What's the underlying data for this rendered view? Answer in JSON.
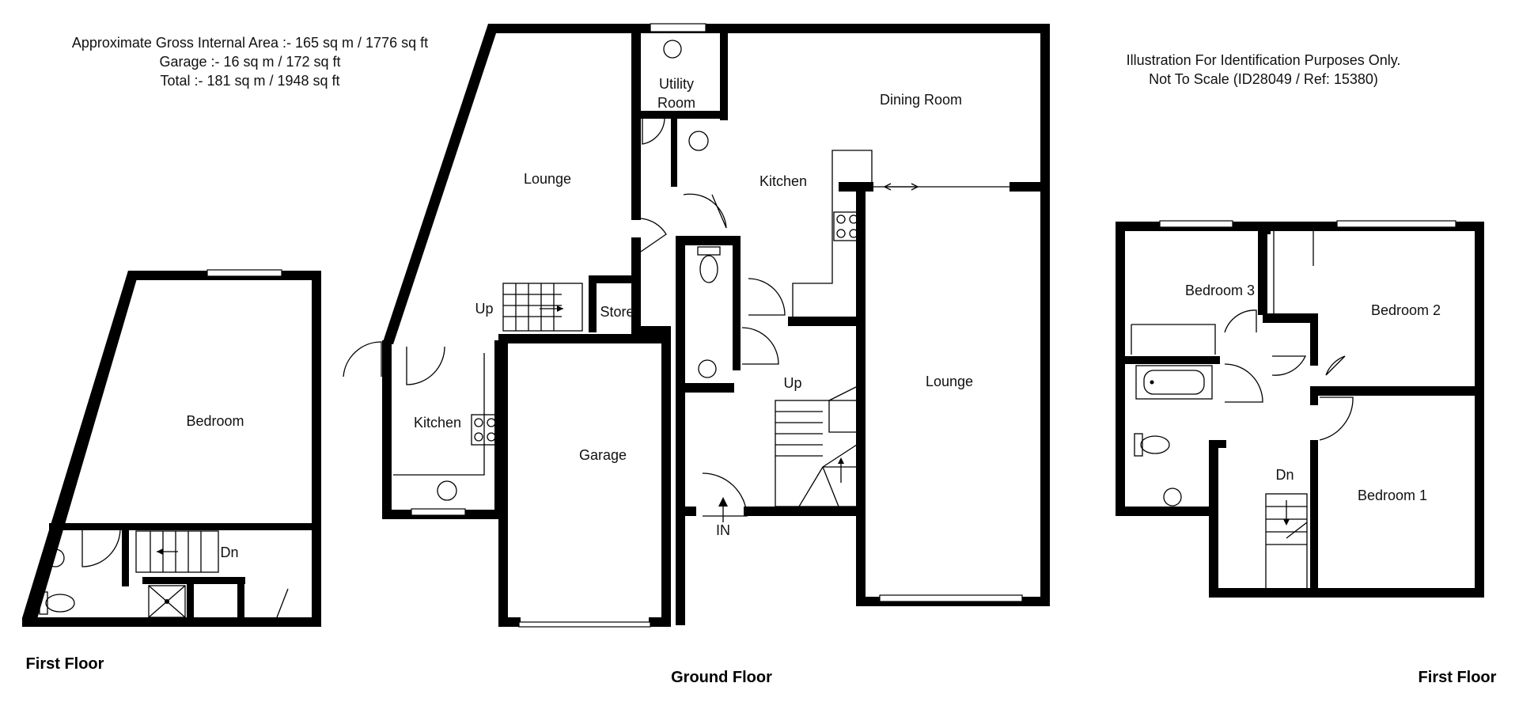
{
  "header": {
    "area_lines": [
      "Approximate Gross Internal Area :- 165 sq m / 1776 sq ft",
      "Garage :- 16 sq m / 172 sq ft",
      "Total :- 181 sq m / 1948 sq ft"
    ],
    "disclaimer_lines": [
      "Illustration For Identification Purposes Only.",
      "Not To Scale (ID28049 / Ref: 15380)"
    ]
  },
  "floors": {
    "left_first": {
      "title": "First Floor",
      "rooms": {
        "bedroom": "Bedroom",
        "stairs": "Dn"
      }
    },
    "ground": {
      "title": "Ground Floor",
      "rooms": {
        "lounge_left": "Lounge",
        "up_left": "Up",
        "store": "Store",
        "utility": "Utility\nRoom",
        "utility_line1": "Utility",
        "utility_line2": "Room",
        "kitchen_left": "Kitchen",
        "garage": "Garage",
        "kitchen_main": "Kitchen",
        "dining": "Dining Room",
        "lounge_right": "Lounge",
        "up_right": "Up",
        "entrance": "IN"
      }
    },
    "right_first": {
      "title": "First Floor",
      "rooms": {
        "bedroom3": "Bedroom 3",
        "bedroom2": "Bedroom 2",
        "bedroom1": "Bedroom 1",
        "stairs": "Dn"
      }
    }
  },
  "colors": {
    "wall": "#000000",
    "background": "#ffffff"
  }
}
